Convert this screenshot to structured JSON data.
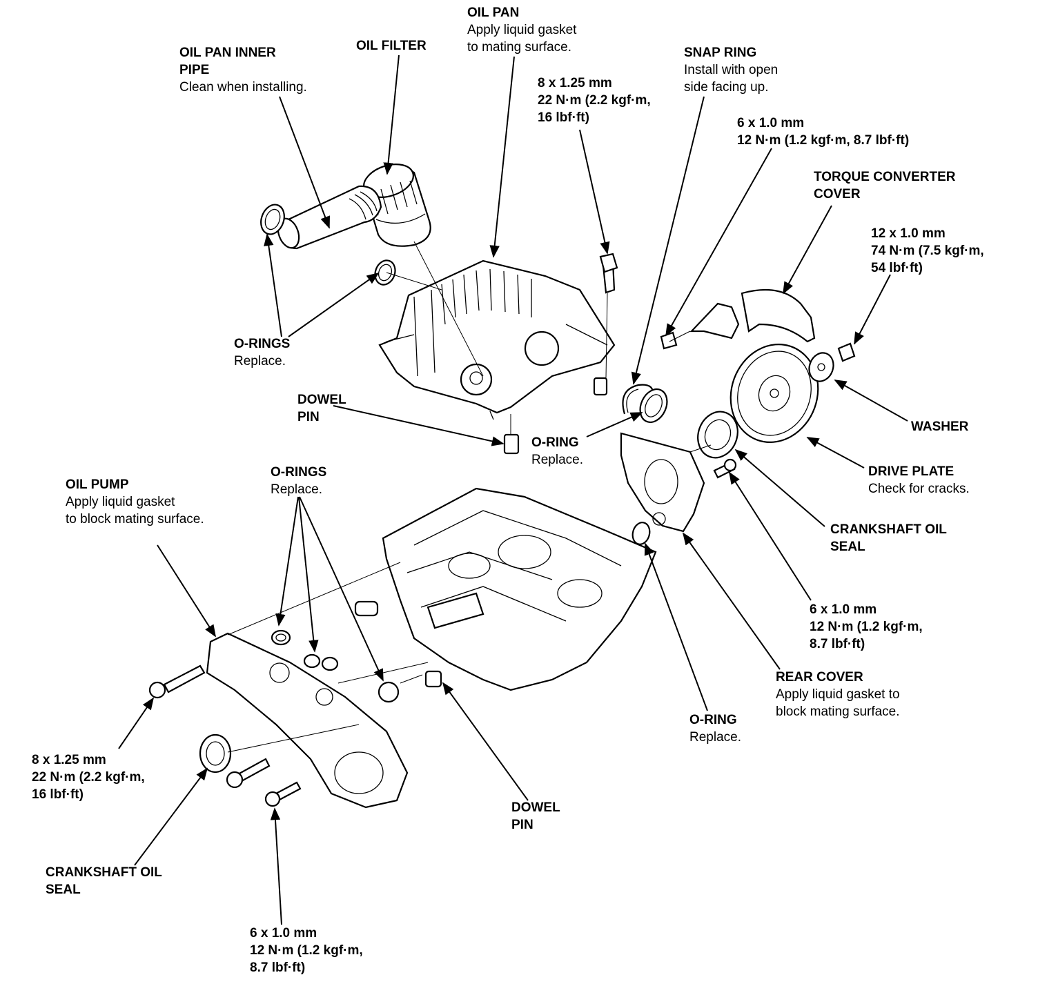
{
  "labels": {
    "oil_pan_inner_pipe": {
      "title": [
        "OIL PAN INNER",
        "PIPE"
      ],
      "note": [
        "Clean when installing."
      ]
    },
    "oil_filter": {
      "title": [
        "OIL FILTER"
      ],
      "note": []
    },
    "oil_pan": {
      "title": [
        "OIL PAN"
      ],
      "note": [
        "Apply liquid gasket",
        "to mating surface."
      ]
    },
    "bolt_pan": {
      "title": [
        "8 x 1.25 mm",
        "22 N·m (2.2 kgf·m,",
        "16 lbf·ft)"
      ],
      "note": []
    },
    "snap_ring": {
      "title": [
        "SNAP RING"
      ],
      "note": [
        "Install with open",
        "side facing up."
      ]
    },
    "bolt_tc": {
      "title": [
        "6 x 1.0 mm",
        "12 N·m (1.2 kgf·m, 8.7 lbf·ft)"
      ],
      "note": []
    },
    "torque_converter_cover": {
      "title": [
        "TORQUE CONVERTER",
        "COVER"
      ],
      "note": []
    },
    "bolt_drive": {
      "title": [
        "12 x 1.0 mm",
        "74 N·m (7.5 kgf·m,",
        "54 lbf·ft)"
      ],
      "note": []
    },
    "o_rings_top": {
      "title": [
        "O-RINGS"
      ],
      "note": [
        "Replace."
      ]
    },
    "dowel_pin_top": {
      "title": [
        "DOWEL",
        "PIN"
      ],
      "note": []
    },
    "o_ring_mid": {
      "title": [
        "O-RING"
      ],
      "note": [
        "Replace."
      ]
    },
    "washer": {
      "title": [
        "WASHER"
      ],
      "note": []
    },
    "drive_plate": {
      "title": [
        "DRIVE PLATE"
      ],
      "note": [
        "Check for cracks."
      ]
    },
    "oil_pump": {
      "title": [
        "OIL PUMP"
      ],
      "note": [
        "Apply liquid gasket",
        "to block mating surface."
      ]
    },
    "o_rings_pump": {
      "title": [
        "O-RINGS"
      ],
      "note": [
        "Replace."
      ]
    },
    "crank_seal_rear": {
      "title": [
        "CRANKSHAFT OIL",
        "SEAL"
      ],
      "note": []
    },
    "bolt_rear_cover": {
      "title": [
        "6 x 1.0 mm",
        "12 N·m (1.2 kgf·m,",
        "8.7 lbf·ft)"
      ],
      "note": []
    },
    "rear_cover": {
      "title": [
        "REAR COVER"
      ],
      "note": [
        "Apply liquid gasket to",
        "block mating surface."
      ]
    },
    "o_ring_rear": {
      "title": [
        "O-RING"
      ],
      "note": [
        "Replace."
      ]
    },
    "bolt_pump": {
      "title": [
        "8 x 1.25 mm",
        "22 N·m (2.2 kgf·m,",
        "16 lbf·ft)"
      ],
      "note": []
    },
    "dowel_pin_bottom": {
      "title": [
        "DOWEL",
        "PIN"
      ],
      "note": []
    },
    "crank_seal_front": {
      "title": [
        "CRANKSHAFT OIL",
        "SEAL"
      ],
      "note": []
    },
    "bolt_pump_small": {
      "title": [
        "6 x 1.0 mm",
        "12 N·m (1.2 kgf·m,",
        "8.7 lbf·ft)"
      ],
      "note": []
    }
  }
}
